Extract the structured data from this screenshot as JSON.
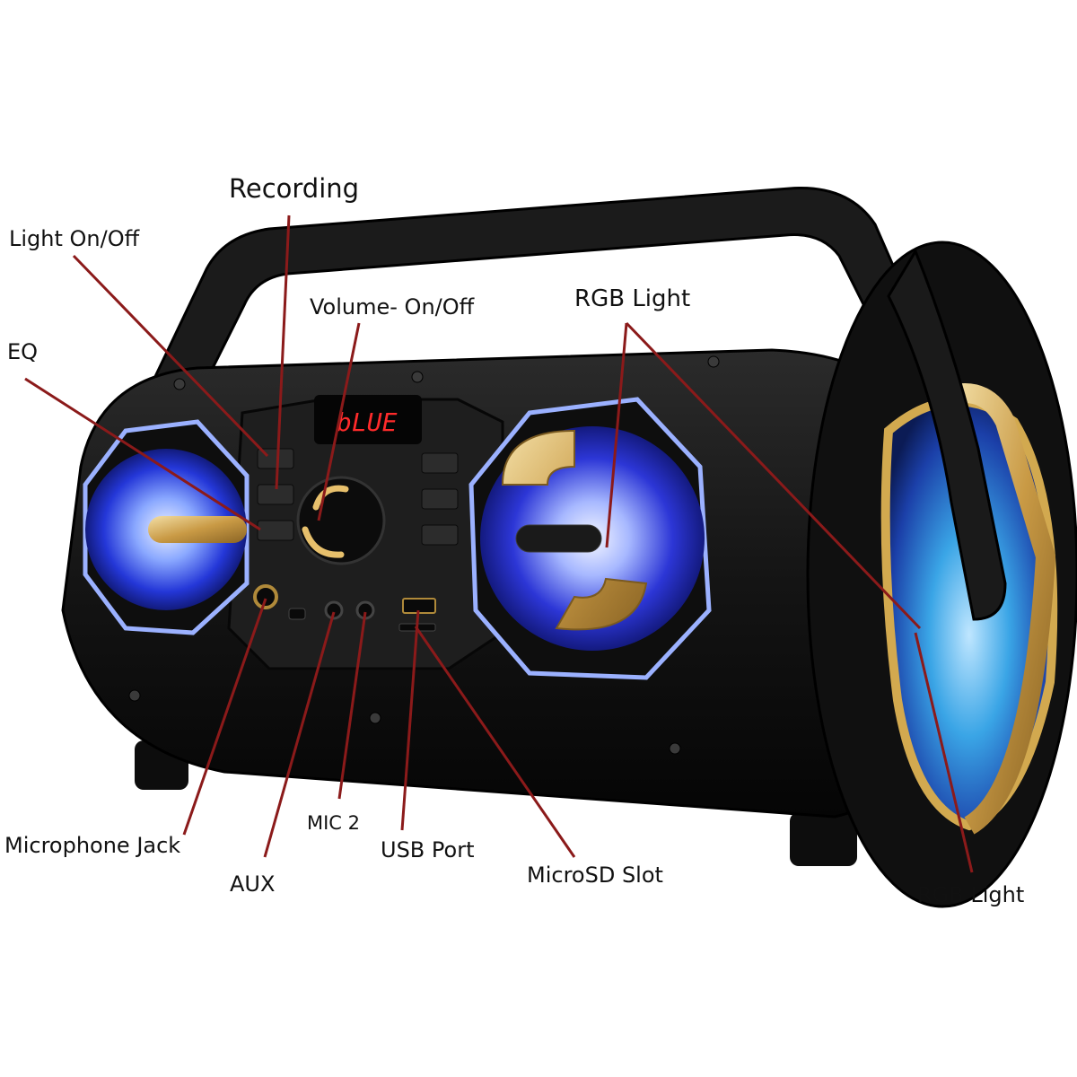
{
  "display": {
    "readout": "bLUE"
  },
  "callouts": {
    "recording": "Recording",
    "light_on_off": "Light On/Off",
    "volume_on_off": "Volume- On/Off",
    "eq": "EQ",
    "rgb_light_top": "RGB Light",
    "rgb_light_side": "RGB Light",
    "microphone_jack": "Microphone Jack",
    "aux": "AUX",
    "mic_2": "MIC 2",
    "usb_port": "USB Port",
    "microsd_slot": "MicroSD Slot"
  },
  "colors": {
    "leader_line": "#8b1a1a",
    "body": "#151515",
    "gold_trim": "#d9b46a",
    "blue_glow": "#3b5cff",
    "display_red": "#ff2b2b"
  }
}
